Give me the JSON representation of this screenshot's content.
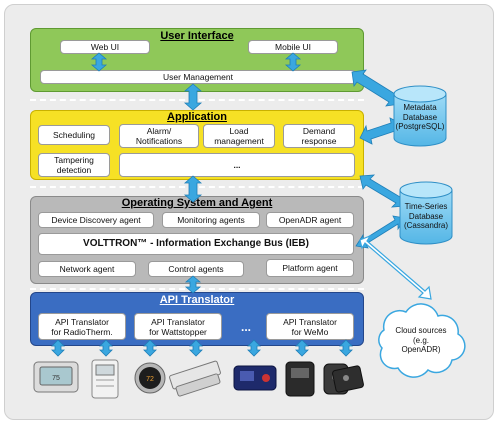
{
  "ui_layer": {
    "title": "User Interface",
    "web_ui": "Web UI",
    "mobile_ui": "Mobile UI",
    "user_management": "User Management"
  },
  "app_layer": {
    "title": "Application",
    "scheduling": "Scheduling",
    "alarm": "Alarm/\nNotifications",
    "load": "Load\nmanagement",
    "demand": "Demand\nresponse",
    "tampering": "Tampering\ndetection",
    "more": "..."
  },
  "os_layer": {
    "title": "Operating System and Agent",
    "device_discovery": "Device Discovery agent",
    "monitoring": "Monitoring agents",
    "openadr": "OpenADR agent",
    "ieb": "VOLTTRON™ - Information Exchange Bus (IEB)",
    "network": "Network agent",
    "control": "Control agents",
    "platform": "Platform agent"
  },
  "api_layer": {
    "title": "API Translator",
    "radiotherm": "API Translator\nfor RadioTherm.",
    "wattstopper": "API Translator\nfor Wattstopper",
    "more": "...",
    "wemo": "API Translator\nfor WeMo"
  },
  "metadata_db": "Metadata\nDatabase\n(PostgreSQL)",
  "timeseries_db": "Time-Series\nDatabase\n(Cassandra)",
  "cloud": "Cloud sources\n(e.g.\nOpenADR)",
  "colors": {
    "ui_green": "#8fc859",
    "app_yellow": "#f6e125",
    "os_gray": "#b9b9b9",
    "api_blue": "#3a6dc2",
    "arrow_blue": "#3aa7e0",
    "db_blue": "#6fc3ec"
  },
  "icons": [
    "thermostat-device-icon",
    "controller-device-icon",
    "nest-thermostat-icon",
    "sensor-strip-icon",
    "smart-plug-icon",
    "power-meter-icon",
    "wemo-switch-icon",
    "wireless-sensor-icon"
  ]
}
